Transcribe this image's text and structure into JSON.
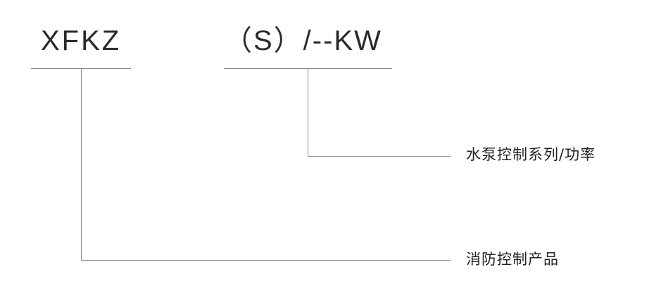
{
  "diagram": {
    "code_left": "XFKZ",
    "code_right": "（S）/--KW",
    "label_top": "水泵控制系列/功率",
    "label_bottom": "消防控制产品"
  },
  "colors": {
    "text": "#222222",
    "line": "#8a8a8a",
    "background": "#ffffff"
  }
}
